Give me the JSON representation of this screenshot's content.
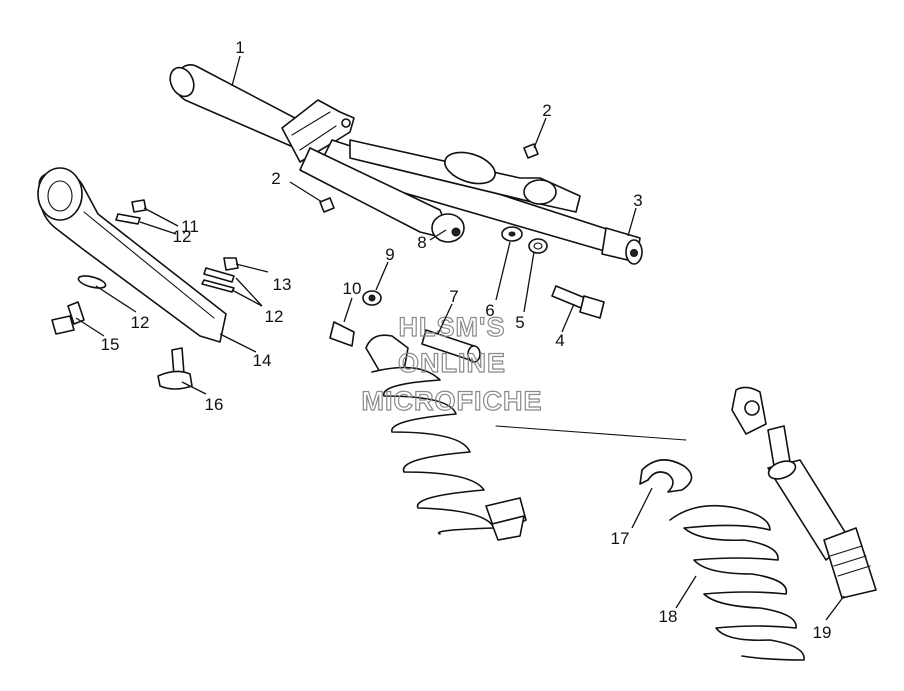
{
  "watermark": {
    "line1": "HLSM'S",
    "line2": "ONLINE",
    "line3": "MICROFICHE"
  },
  "callouts": {
    "c1": "1",
    "c2a": "2",
    "c2b": "2",
    "c3": "3",
    "c4": "4",
    "c5": "5",
    "c6": "6",
    "c7": "7",
    "c8": "8",
    "c9": "9",
    "c10": "10",
    "c11": "11",
    "c12a": "12",
    "c12b": "12",
    "c12c": "12",
    "c13": "13",
    "c14": "14",
    "c15": "15",
    "c16": "16",
    "c17": "17",
    "c18": "18",
    "c19": "19"
  }
}
